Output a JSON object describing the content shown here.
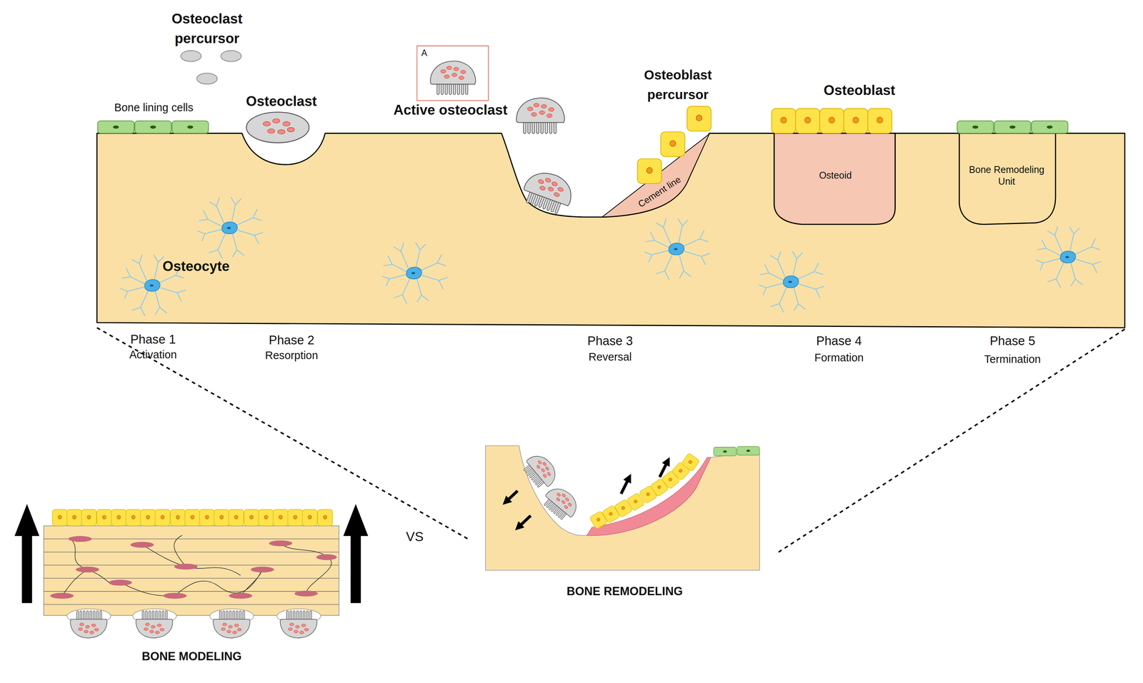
{
  "diagram": {
    "nodes": [
      {
        "text": [
          "Osteocyte"
        ]
      },
      {
        "text": [
          "Cement line"
        ],
        "in": 0
      },
      {
        "text": [
          "Osteoid"
        ],
        "in": 0
      },
      {
        "text": [
          "Bone Remodeling Unit"
        ],
        "in": 0
      },
      {
        "text": [
          "A"
        ]
      }
    ],
    "labels": [
      "Osteoclast percursor",
      "Bone lining cells",
      "Osteoclast",
      "Active osteoclast",
      "Osteoblast percursor",
      "Osteoblast",
      "Phase 1",
      "Activation",
      "Phase 2",
      "Resorption",
      "Phase 3",
      "Reversal",
      "Phase 4",
      "Formation",
      "Phase 5",
      "Termination",
      "VS",
      "BONE MODELING",
      "BONE REMODELING"
    ]
  }
}
